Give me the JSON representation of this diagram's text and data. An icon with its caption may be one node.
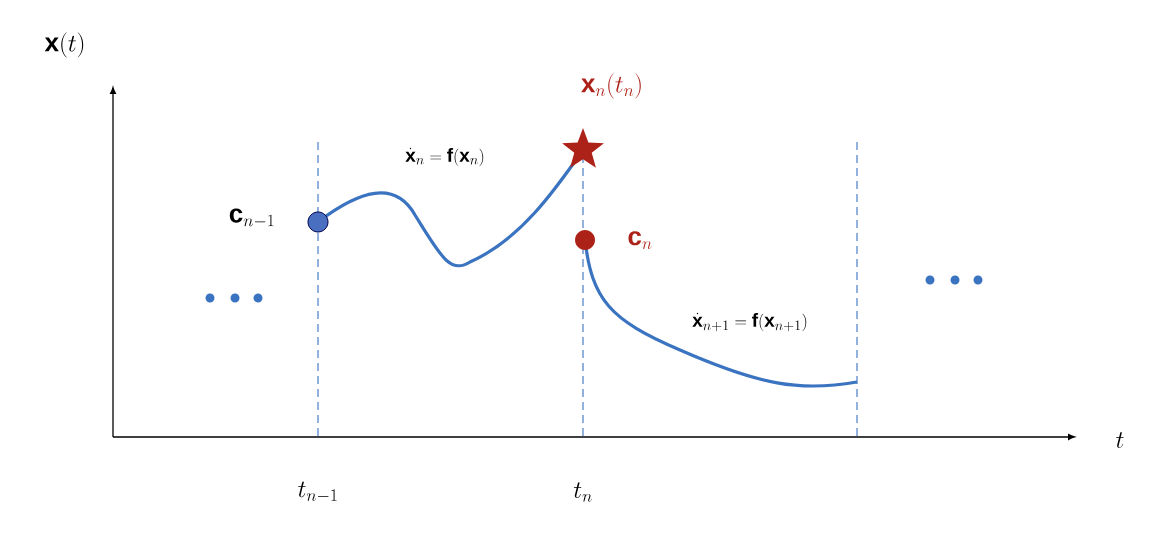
{
  "diagram": {
    "labels": [
      "\\mathbf{x}(t)",
      "t",
      "t_{n-1}",
      "t_{n}",
      "\\mathbf{c}_{n-1}",
      "\\mathbf{x}_{n}(t_{n})",
      "\\mathbf{c}_{n}",
      "\\dot{\\mathbf{x}}_{n}=\\mathbf{f}(\\mathbf{x}_{n})",
      "\\dot{\\mathbf{x}}_{n+1}=\\mathbf{f}(\\mathbf{x}_{n+1})"
    ]
  }
}
